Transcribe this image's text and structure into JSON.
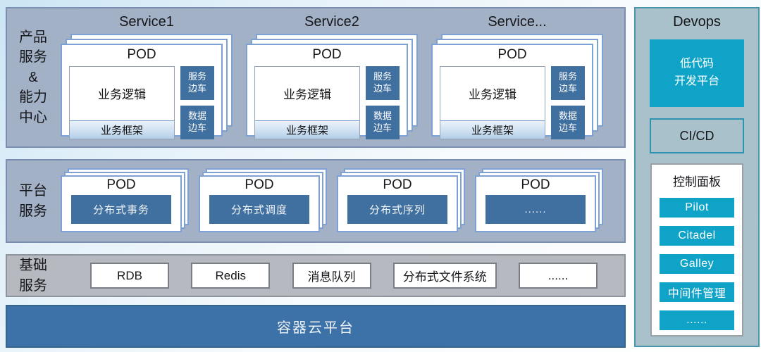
{
  "product_band": {
    "label_lines": [
      "产品",
      "服务",
      "&",
      "能力",
      "中心"
    ],
    "groups": [
      {
        "title": "Service1"
      },
      {
        "title": "Service2"
      },
      {
        "title": "Service..."
      }
    ],
    "pod": {
      "title": "POD",
      "logic": "业务逻辑",
      "framework": "业务框架",
      "sidecar_service": [
        "服务",
        "边车"
      ],
      "sidecar_data": [
        "数据",
        "边车"
      ]
    }
  },
  "platform_band": {
    "label_lines": [
      "平台",
      "服务"
    ],
    "pods": [
      {
        "title": "POD",
        "value": "分布式事务"
      },
      {
        "title": "POD",
        "value": "分布式调度"
      },
      {
        "title": "POD",
        "value": "分布式序列"
      },
      {
        "title": "POD",
        "value": "......"
      }
    ]
  },
  "base_band": {
    "label_lines": [
      "基础",
      "服务"
    ],
    "items": [
      "RDB",
      "Redis",
      "消息队列",
      "分布式文件系统",
      "......"
    ]
  },
  "container_band": {
    "label": "容器云平台"
  },
  "devops": {
    "title": "Devops",
    "lowcode_lines": [
      "低代码",
      "开发平台"
    ],
    "cicd": "CI/CD",
    "control_panel": {
      "title": "控制面板",
      "items": [
        "Pilot",
        "Citadel",
        "Galley",
        "中间件管理",
        "......"
      ]
    }
  },
  "colors": {
    "band_fill": "#a3b1c6",
    "band_border": "#7a8fb2",
    "steel_blue": "#40709f",
    "container_blue": "#3d72a8",
    "gray_band": "#b6bac0",
    "devops_panel_fill": "#a9c1ca",
    "devops_border": "#4a96ac",
    "cyan_accent": "#0fa3c8",
    "card_border": "#7ea1d4"
  }
}
